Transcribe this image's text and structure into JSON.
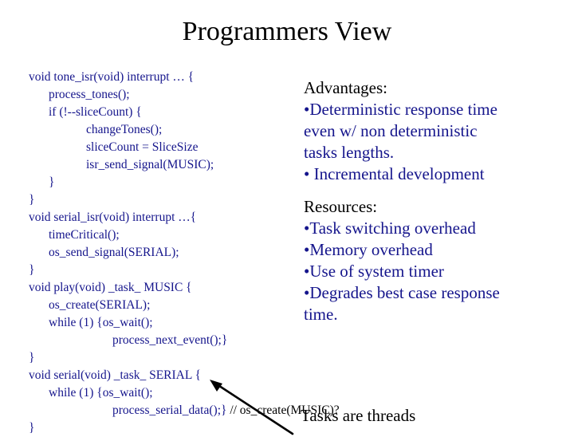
{
  "slide": {
    "title": "Programmers View",
    "background_color": "#ffffff",
    "code_color": "#15158c",
    "text_color": "#000000"
  },
  "code": {
    "lines": [
      {
        "indent": 0,
        "text": "void tone_isr(void) interrupt … {",
        "color": "code"
      },
      {
        "indent": 1,
        "text": "process_tones();",
        "color": "code"
      },
      {
        "indent": 1,
        "text": "if (!--sliceCount) {",
        "color": "code"
      },
      {
        "indent": 2,
        "text": "changeTones();",
        "color": "code"
      },
      {
        "indent": 2,
        "text": "sliceCount = SliceSize",
        "color": "code"
      },
      {
        "indent": 2,
        "text": "isr_send_signal(MUSIC);",
        "color": "code"
      },
      {
        "indent": 1,
        "text": "}",
        "color": "code"
      },
      {
        "indent": 0,
        "text": "}",
        "color": "code"
      },
      {
        "indent": 0,
        "text": "void serial_isr(void) interrupt …{",
        "color": "code"
      },
      {
        "indent": 1,
        "text": "timeCritical();",
        "color": "code"
      },
      {
        "indent": 1,
        "text": "os_send_signal(SERIAL);",
        "color": "code"
      },
      {
        "indent": 0,
        "text": "}",
        "color": "code"
      },
      {
        "indent": 0,
        "text": "void play(void)  _task_ MUSIC {",
        "color": "code"
      },
      {
        "indent": 1,
        "text": "os_create(SERIAL);",
        "color": "code"
      },
      {
        "indent": 1,
        "text": "while (1) {os_wait();",
        "color": "code"
      },
      {
        "indent": 3,
        "text": "process_next_event();}",
        "color": "code"
      },
      {
        "indent": 0,
        "text": "}",
        "color": "code"
      },
      {
        "indent": 0,
        "text": "void serial(void) _task_ SERIAL {",
        "color": "code"
      },
      {
        "indent": 1,
        "text": "while (1) {os_wait();",
        "color": "code"
      },
      {
        "indent": 3,
        "text": "process_serial_data();}",
        "color": "code",
        "comment": " // os_create(MUSIC)?"
      },
      {
        "indent": 0,
        "text": "}",
        "color": "code"
      }
    ]
  },
  "notes": {
    "groups": [
      {
        "heading": "Advantages:",
        "items": [
          {
            "text": "•Deterministic response time",
            "color": "code"
          },
          {
            "text": "even w/ non deterministic",
            "color": "code"
          },
          {
            "text": "tasks lengths.",
            "color": "code"
          },
          {
            "text": "• Incremental development",
            "color": "code"
          }
        ]
      },
      {
        "heading": "Resources:",
        "items": [
          {
            "text": "•Task switching overhead",
            "color": "code"
          },
          {
            "text": "•Memory overhead",
            "color": "code"
          },
          {
            "text": "•Use of system timer",
            "color": "code"
          },
          {
            "text": "•Degrades best case response",
            "color": "code"
          },
          {
            "text": "time.",
            "color": "code"
          }
        ]
      }
    ]
  },
  "callout": {
    "caption": "Tasks are threads",
    "arrow_color": "#000000",
    "arrow_direction": "up-left"
  }
}
